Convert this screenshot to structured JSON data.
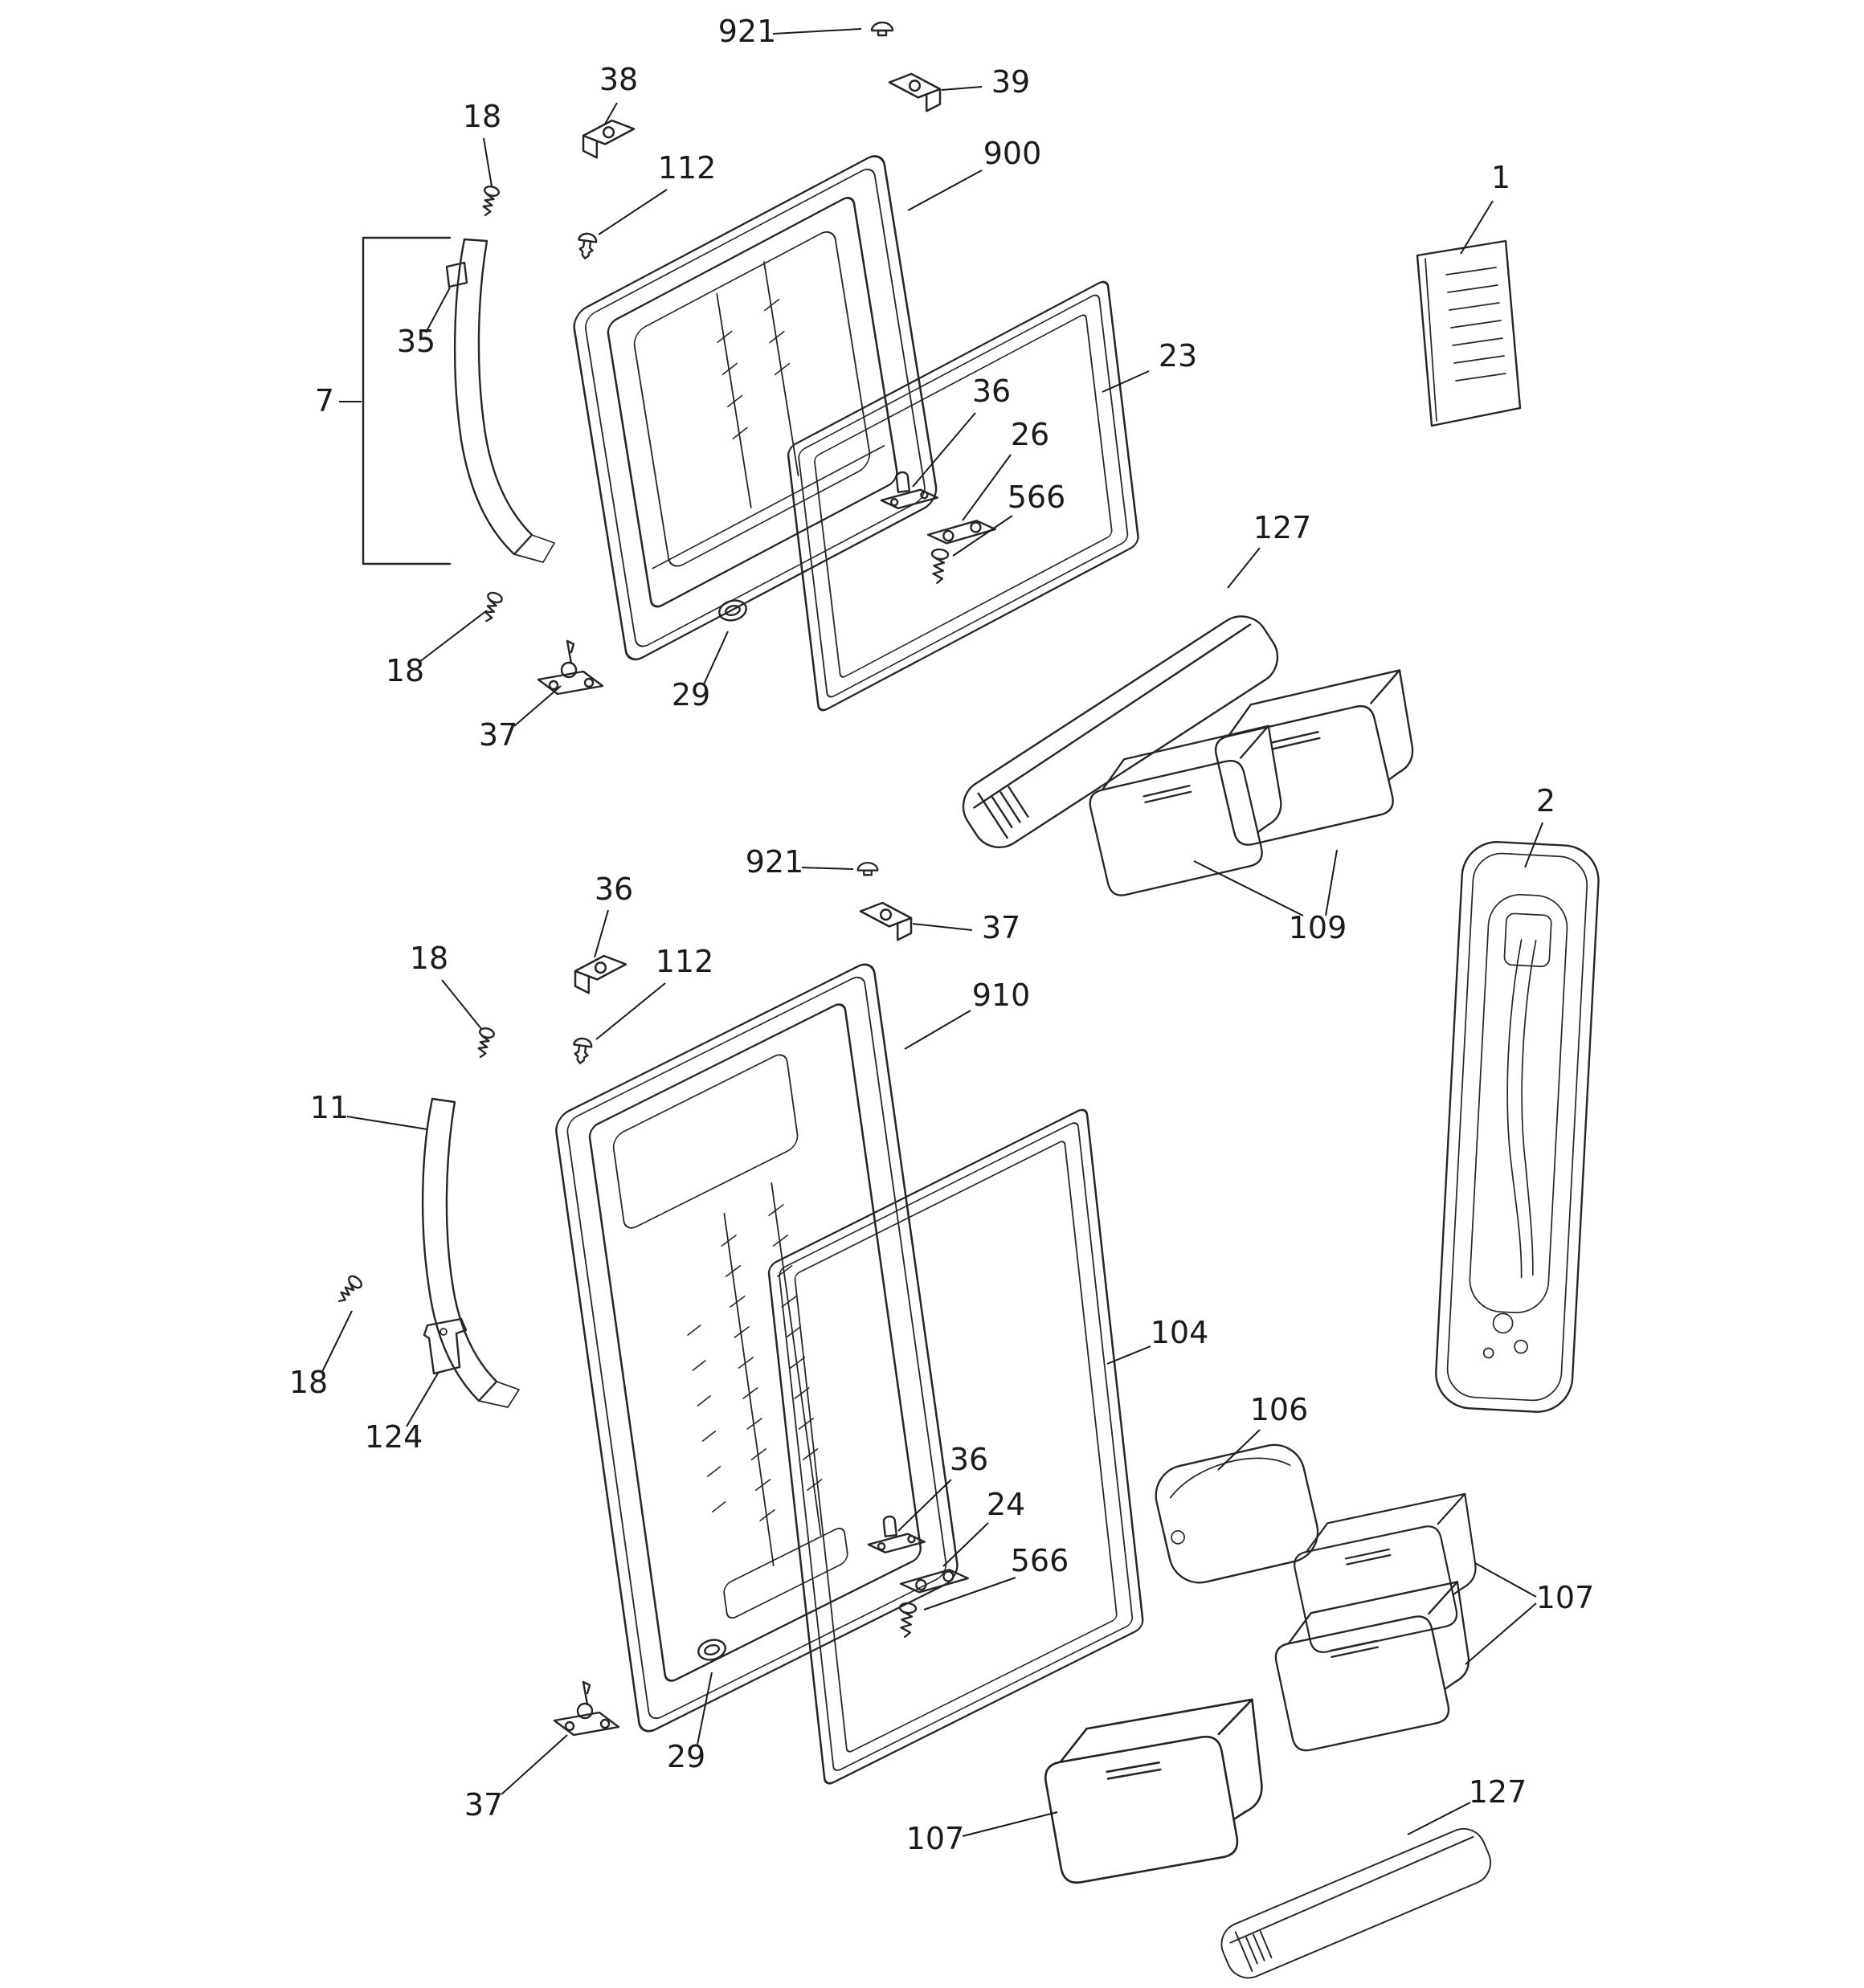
{
  "diagram": {
    "type": "exploded-parts-diagram",
    "colors": {
      "background": "#ffffff",
      "line": "#262626",
      "label": "#1b1b1b"
    },
    "callouts": [
      {
        "id": "921-freezer-top",
        "label": "921"
      },
      {
        "id": "38-bracket",
        "label": "38"
      },
      {
        "id": "39-bracket",
        "label": "39"
      },
      {
        "id": "18-freezer-top-screw",
        "label": "18"
      },
      {
        "id": "112-freezer-plug",
        "label": "112"
      },
      {
        "id": "900-freezer-door",
        "label": "900"
      },
      {
        "id": "1-instruction-sheet",
        "label": "1"
      },
      {
        "id": "7-handle-assembly",
        "label": "7"
      },
      {
        "id": "35-clip",
        "label": "35"
      },
      {
        "id": "23-freezer-gasket",
        "label": "23"
      },
      {
        "id": "36-freezer-stud",
        "label": "36"
      },
      {
        "id": "26-plate",
        "label": "26"
      },
      {
        "id": "566-freezer-screw",
        "label": "566"
      },
      {
        "id": "127-freezer-shelf",
        "label": "127"
      },
      {
        "id": "18-freezer-lower-screw",
        "label": "18"
      },
      {
        "id": "37-freezer-hinge",
        "label": "37"
      },
      {
        "id": "29-freezer-ring",
        "label": "29"
      },
      {
        "id": "2-side-panel",
        "label": "2"
      },
      {
        "id": "109-freezer-bins",
        "label": "109"
      },
      {
        "id": "921-fresh-top",
        "label": "921"
      },
      {
        "id": "36-fresh-bracket",
        "label": "36"
      },
      {
        "id": "37-fresh-top-bracket",
        "label": "37"
      },
      {
        "id": "18-fresh-top-screw",
        "label": "18"
      },
      {
        "id": "112-fresh-plug",
        "label": "112"
      },
      {
        "id": "910-fresh-door",
        "label": "910"
      },
      {
        "id": "11-handle",
        "label": "11"
      },
      {
        "id": "18-fresh-lower-screw",
        "label": "18"
      },
      {
        "id": "124-bracket",
        "label": "124"
      },
      {
        "id": "104-fresh-gasket",
        "label": "104"
      },
      {
        "id": "106-dairy-cover",
        "label": "106"
      },
      {
        "id": "36-fresh-stud",
        "label": "36"
      },
      {
        "id": "24-plate",
        "label": "24"
      },
      {
        "id": "566-fresh-screw",
        "label": "566"
      },
      {
        "id": "107-right-bins",
        "label": "107"
      },
      {
        "id": "29-fresh-ring",
        "label": "29"
      },
      {
        "id": "37-fresh-hinge",
        "label": "37"
      },
      {
        "id": "107-bottom-bin",
        "label": "107"
      },
      {
        "id": "127-fresh-shelf",
        "label": "127"
      }
    ]
  }
}
